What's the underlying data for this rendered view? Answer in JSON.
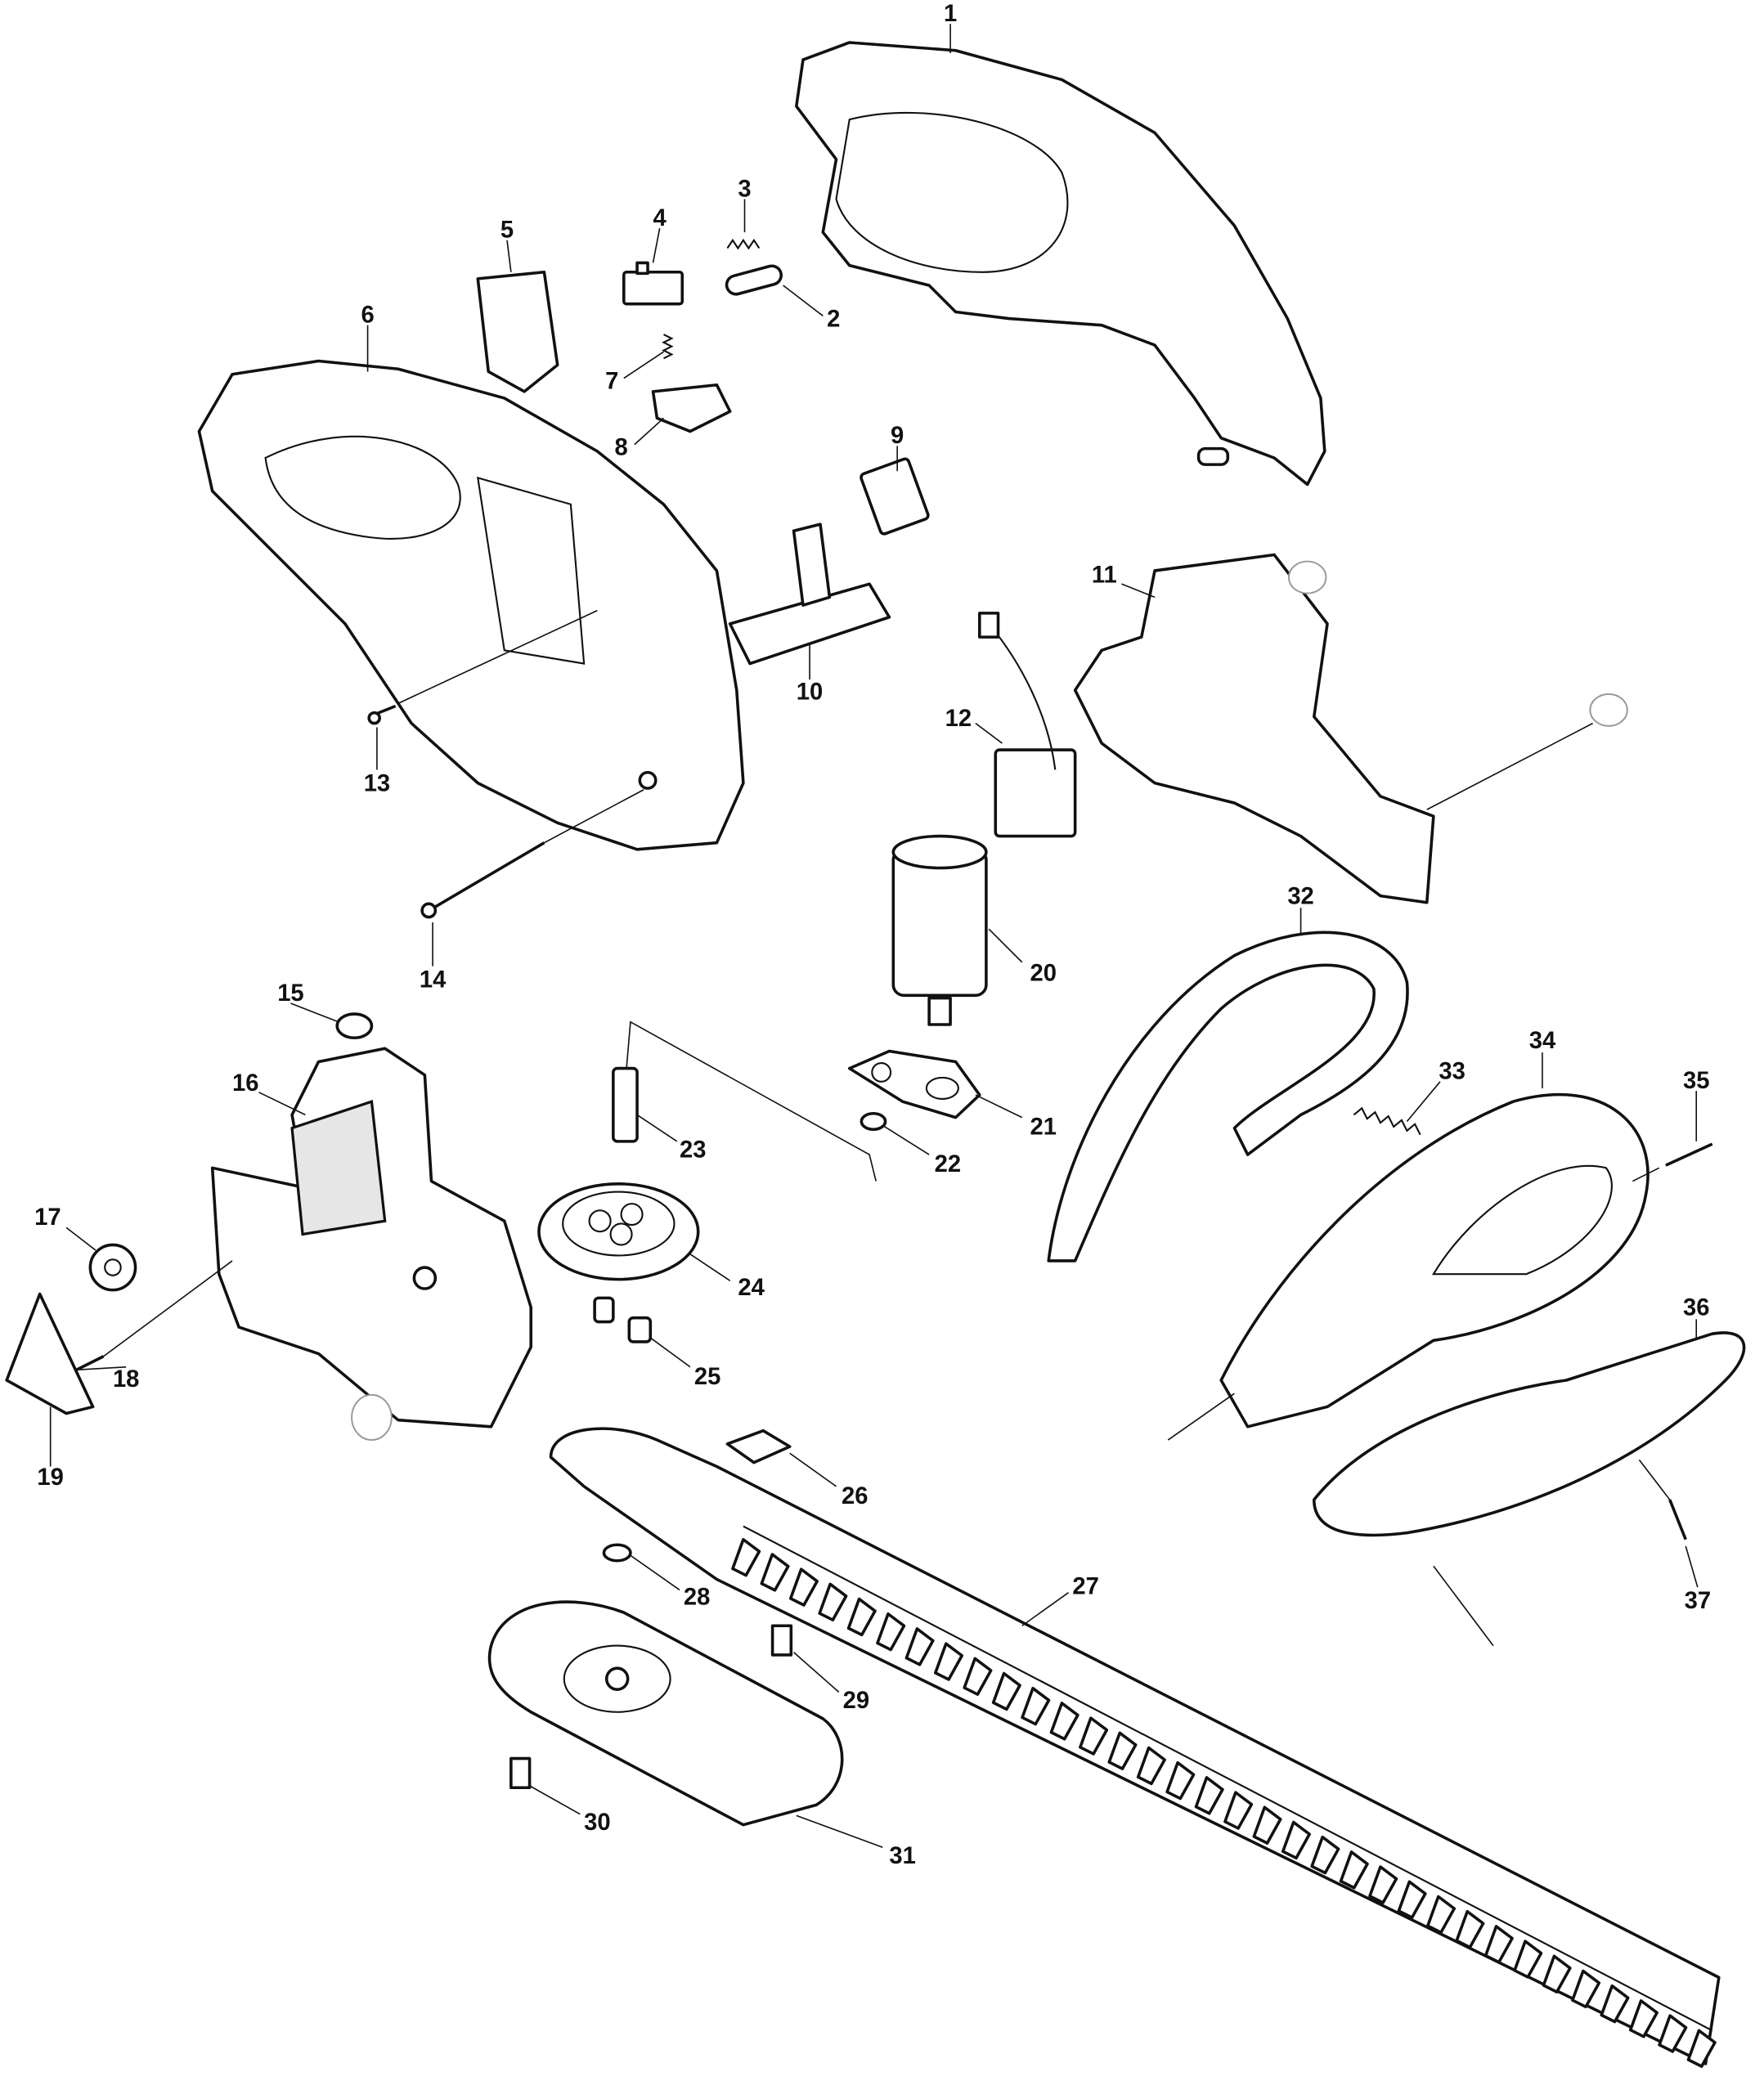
{
  "diagram": {
    "type": "exploded-parts-view",
    "labels": [
      "1",
      "2",
      "3",
      "4",
      "5",
      "6",
      "7",
      "8",
      "9",
      "10",
      "11",
      "12",
      "13",
      "14",
      "15",
      "16",
      "17",
      "18",
      "19",
      "20",
      "21",
      "22",
      "23",
      "24",
      "25",
      "26",
      "27",
      "28",
      "29",
      "30",
      "31",
      "32",
      "33",
      "34",
      "35",
      "36",
      "37"
    ]
  }
}
